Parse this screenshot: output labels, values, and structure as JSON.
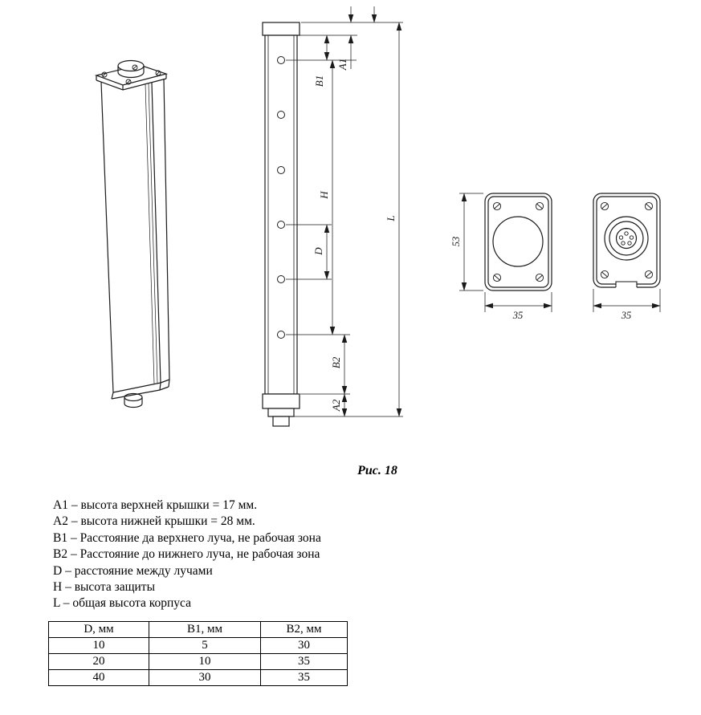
{
  "figure": {
    "caption": "Рис. 18"
  },
  "drawing": {
    "dims": {
      "a1": "A1",
      "a2": "A2",
      "b1": "B1",
      "b2": "B2",
      "d": "D",
      "h": "H",
      "l": "L"
    },
    "end_views": {
      "height_left": "53",
      "width_left": "35",
      "width_right": "35"
    }
  },
  "legend": {
    "lines": [
      "A1 – высота верхней крышки = 17 мм.",
      "A2 – высота нижней крышки = 28 мм.",
      "B1 – Расстояние да верхнего луча, не рабочая зона",
      "B2 – Расстояние до нижнего луча, не рабочая зона",
      "D – расстояние между лучами",
      "H – высота защиты",
      "L – общая высота корпуса"
    ]
  },
  "table": {
    "headers": [
      "D, мм",
      "B1, мм",
      "B2, мм"
    ],
    "rows": [
      [
        "10",
        "5",
        "30"
      ],
      [
        "20",
        "10",
        "35"
      ],
      [
        "40",
        "30",
        "35"
      ]
    ]
  },
  "colors": {
    "line": "#1a1a1a",
    "background": "#ffffff"
  }
}
